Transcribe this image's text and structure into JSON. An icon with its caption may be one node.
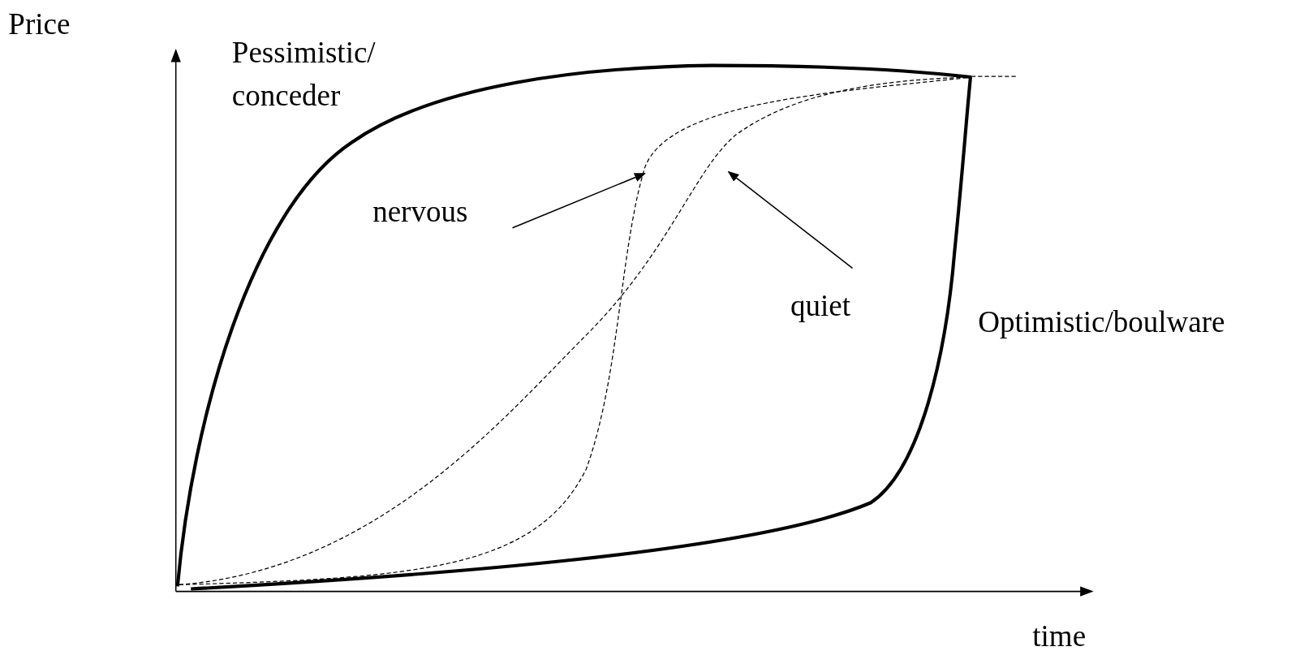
{
  "diagram": {
    "nodes": [
      {
        "text": [
          "nervous"
        ]
      },
      {
        "text": [
          "quiet"
        ]
      }
    ],
    "edges": [
      {
        "from": 0,
        "to": null,
        "arrow": "to"
      },
      {
        "from": 1,
        "to": null,
        "arrow": "to"
      }
    ],
    "labels": [
      "Price",
      "Pessimistic/ conceder",
      "Optimistic/boulware",
      "time"
    ]
  }
}
